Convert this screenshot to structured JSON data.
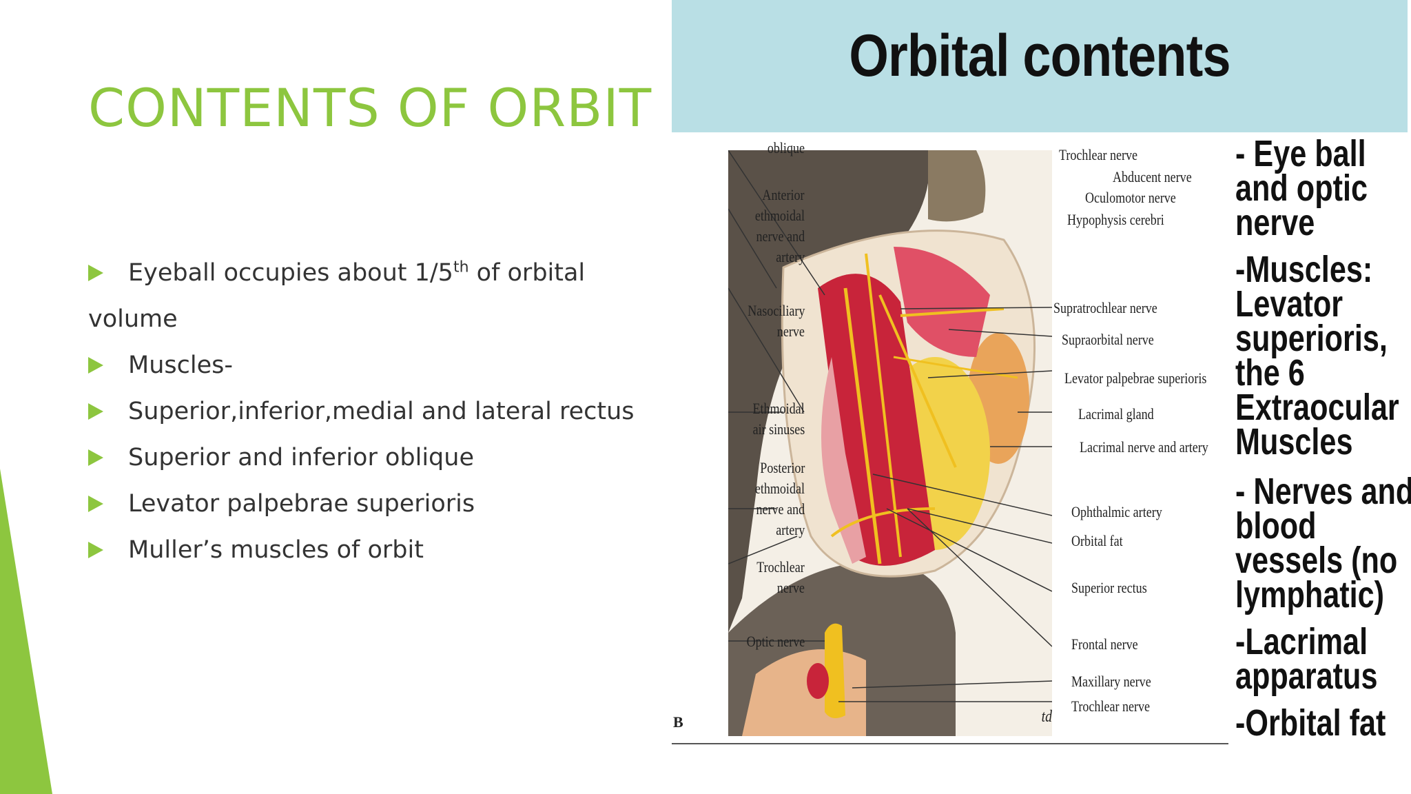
{
  "slide": {
    "title": "CONTENTS OF ORBIT",
    "accent_color": "#8dc63f",
    "bullets": [
      {
        "text_before": "Eyeball occupies about 1/5",
        "superscript": "th",
        "text_after": " of orbital",
        "continuation": "volume"
      },
      {
        "text": "Muscles-"
      },
      {
        "text": "Superior,inferior,medial and lateral rectus"
      },
      {
        "text": "Superior and inferior oblique"
      },
      {
        "text": "Levator palpebrae superioris"
      },
      {
        "text": "Muller’s muscles of orbit"
      }
    ]
  },
  "figure": {
    "title": "Orbital contents",
    "header_color": "#b9dfe5",
    "plate_letter": "B",
    "signature": "td",
    "labels_left": [
      "oblique",
      "Anterior",
      "ethmoidal",
      "nerve and",
      "artery",
      "Nasociliary",
      "nerve",
      "Ethmoidal",
      "air sinuses",
      "Posterior",
      "ethmoidal",
      "nerve and",
      "artery",
      "Trochlear",
      "nerve",
      "Optic nerve"
    ],
    "labels_right": [
      "Trochlear nerve",
      "Abducent nerve",
      "Oculomotor nerve",
      "Hypophysis cerebri",
      "Supratrochlear nerve",
      "Supraorbital nerve",
      "Levator palpebrae superioris",
      "Lacrimal gland",
      "Lacrimal nerve and artery",
      "Ophthalmic artery",
      "Orbital fat",
      "Superior rectus",
      "Frontal nerve",
      "Maxillary nerve",
      "Trochlear nerve"
    ],
    "summary": [
      [
        "- Eye ball",
        "and optic",
        "nerve"
      ],
      [
        "-Muscles:",
        "Levator",
        "superioris,",
        "the 6",
        "Extraocular",
        "Muscles"
      ],
      [
        "- Nerves and",
        "blood",
        "vessels (no",
        "lymphatic)"
      ],
      [
        "-Lacrimal",
        "apparatus"
      ],
      [
        "-Orbital fat"
      ]
    ]
  }
}
